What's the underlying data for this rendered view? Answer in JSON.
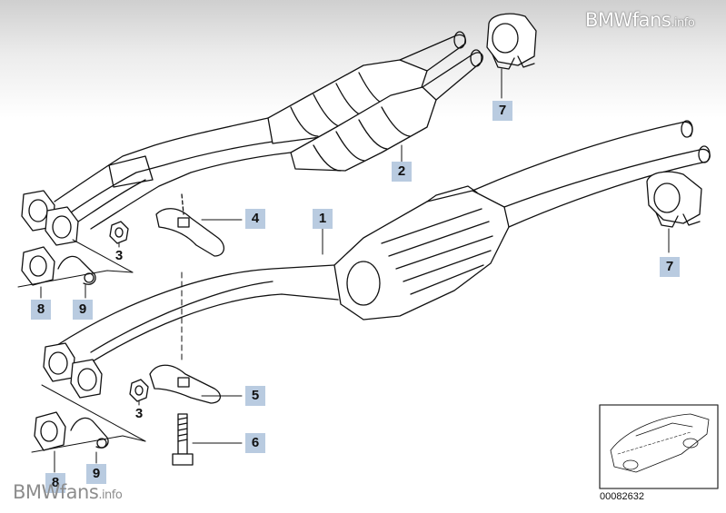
{
  "watermark": {
    "brand": "BMWfans",
    "suffix": ".info"
  },
  "callouts": [
    {
      "id": "1",
      "label": "1"
    },
    {
      "id": "2",
      "label": "2"
    },
    {
      "id": "3a",
      "label": "3"
    },
    {
      "id": "3b",
      "label": "3"
    },
    {
      "id": "4",
      "label": "4"
    },
    {
      "id": "5",
      "label": "5"
    },
    {
      "id": "6",
      "label": "6"
    },
    {
      "id": "7a",
      "label": "7"
    },
    {
      "id": "7b",
      "label": "7"
    },
    {
      "id": "8a",
      "label": "8"
    },
    {
      "id": "8b",
      "label": "8"
    },
    {
      "id": "9a",
      "label": "9"
    },
    {
      "id": "9b",
      "label": "9"
    }
  ],
  "reference_number": "00082632",
  "colors": {
    "callout_bg": "#b9cbe0",
    "line": "#111111",
    "header_gray": "#cfcfcf"
  }
}
